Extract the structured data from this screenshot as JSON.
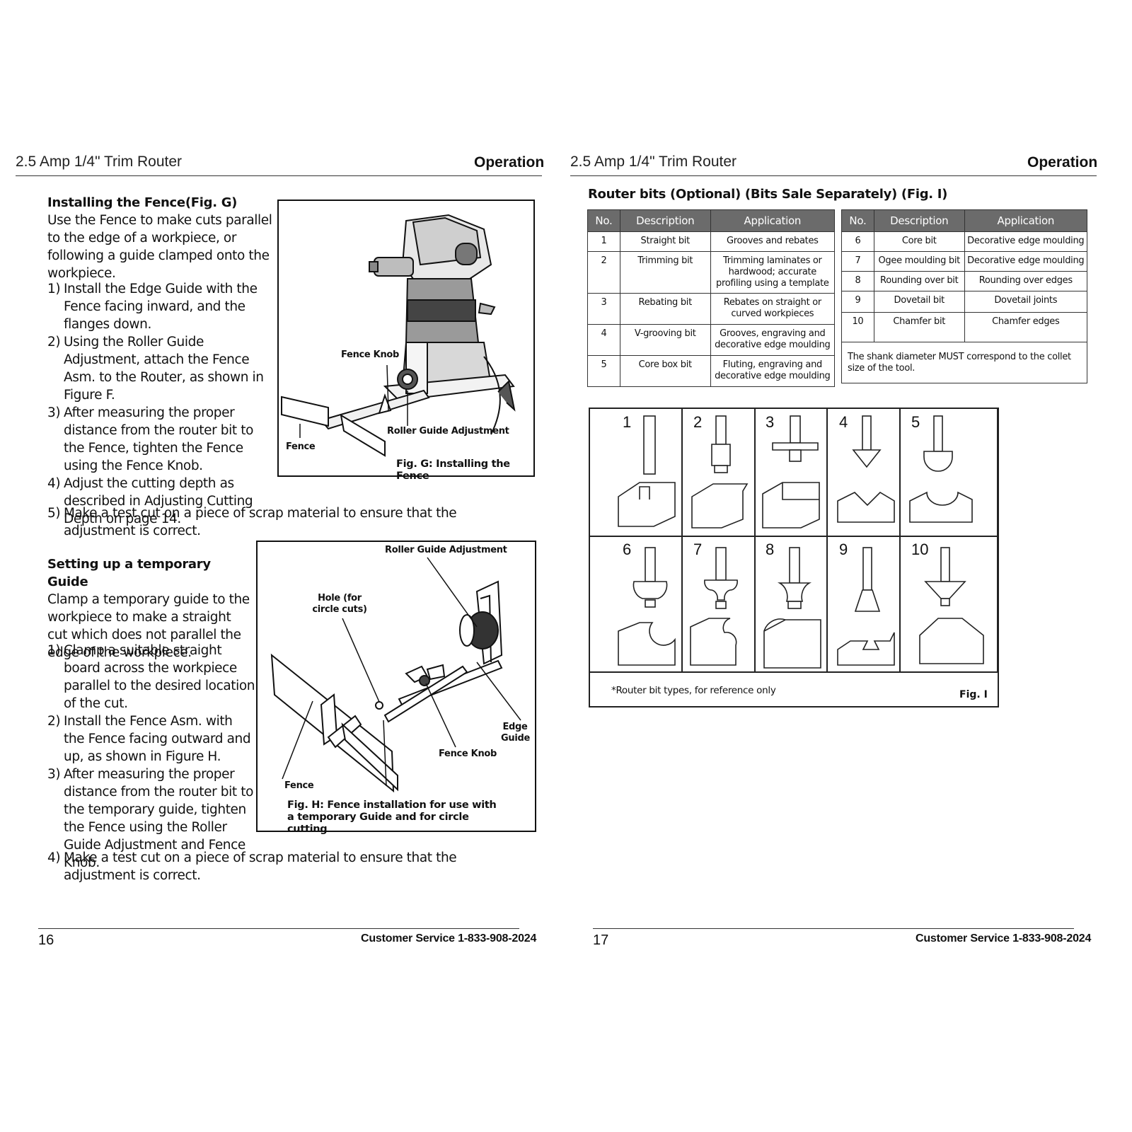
{
  "left_page": {
    "header_title": "2.5 Amp 1/4\" Trim Router",
    "header_section": "Operation",
    "fence_section": {
      "heading": "Installing the Fence(Fig. G)",
      "intro": "Use the Fence to make cuts parallel to the edge of a workpiece, or following a guide clamped onto the workpiece.",
      "steps": [
        {
          "num": "1)",
          "text": "Install the Edge Guide with the Fence facing inward, and the flanges down."
        },
        {
          "num": "2)",
          "text": "Using the Roller Guide Adjustment, attach the Fence Asm. to the Router, as shown in Figure F."
        },
        {
          "num": "3)",
          "text": "After measuring the proper distance from the router bit to the Fence, tighten the Fence using the Fence Knob."
        },
        {
          "num": "4)",
          "text": "Adjust the cutting depth as described in Adjusting Cutting Depth on page 14."
        },
        {
          "num": "5)",
          "text": "Make a test cut on a piece of scrap material to ensure that the adjustment is correct."
        }
      ],
      "figure": {
        "labels": {
          "fence_knob": "Fence Knob",
          "fence": "Fence",
          "roller_guide": "Roller Guide Adjustment"
        },
        "caption": "Fig. G: Installing the Fence"
      }
    },
    "guide_section": {
      "heading": "Setting up a temporary Guide",
      "intro": "Clamp a temporary guide to the workpiece to make a straight cut which does not parallel the edge of the workpiece.",
      "steps": [
        {
          "num": "1)",
          "text": "Clamp a suitable straight board across the workpiece parallel to the desired location of the cut."
        },
        {
          "num": "2)",
          "text": "Install the Fence Asm. with the Fence facing outward and up, as shown in Figure H."
        },
        {
          "num": "3)",
          "text": "After measuring the proper distance from the router bit to the temporary guide, tighten the Fence using the Roller Guide Adjustment and Fence Knob."
        },
        {
          "num": "4)",
          "text": "Make a test cut on a piece of scrap material to ensure that the adjustment is correct."
        }
      ],
      "figure": {
        "labels": {
          "roller_guide": "Roller Guide Adjustment",
          "hole": "Hole (for circle cuts)",
          "edge_guide": "Edge Guide",
          "fence_knob": "Fence Knob",
          "fence": "Fence"
        },
        "caption": "Fig. H: Fence installation for use with a temporary Guide and for circle cutting"
      }
    },
    "page_number": "16",
    "customer_service": "Customer Service 1-833-908-2024"
  },
  "right_page": {
    "header_title": "2.5 Amp 1/4\" Trim Router",
    "header_section": "Operation",
    "bits_heading": "Router bits (Optional) (Bits Sale Separately) (Fig. I)",
    "table_headers": {
      "no": "No.",
      "description": "Description",
      "application": "Application"
    },
    "table_left_rows": [
      {
        "no": "1",
        "description": "Straight bit",
        "application": "Grooves and rebates"
      },
      {
        "no": "2",
        "description": "Trimming bit",
        "application": "Trimming laminates or hardwood; accurate profiling using a template"
      },
      {
        "no": "3",
        "description": "Rebating bit",
        "application": "Rebates on straight or curved workpieces"
      },
      {
        "no": "4",
        "description": "V-grooving bit",
        "application": "Grooves, engraving and decorative edge moulding"
      },
      {
        "no": "5",
        "description": "Core box bit",
        "application": "Fluting, engraving and decorative edge moulding"
      }
    ],
    "table_right_rows": [
      {
        "no": "6",
        "description": "Core bit",
        "application": "Decorative edge moulding"
      },
      {
        "no": "7",
        "description": "Ogee moulding bit",
        "application": "Decorative edge moulding"
      },
      {
        "no": "8",
        "description": "Rounding over bit",
        "application": "Rounding over edges"
      },
      {
        "no": "9",
        "description": "Dovetail bit",
        "application": "Dovetail joints"
      },
      {
        "no": "10",
        "description": "Chamfer bit",
        "application": "Chamfer edges"
      }
    ],
    "table_note": "The shank diameter MUST correspond to the collet size of the tool.",
    "grid_numbers": [
      "1",
      "2",
      "3",
      "4",
      "5",
      "6",
      "7",
      "8",
      "9",
      "10"
    ],
    "grid_note": "*Router bit types, for reference only",
    "grid_caption": "Fig. I",
    "page_number": "17",
    "customer_service": "Customer Service 1-833-908-2024"
  }
}
